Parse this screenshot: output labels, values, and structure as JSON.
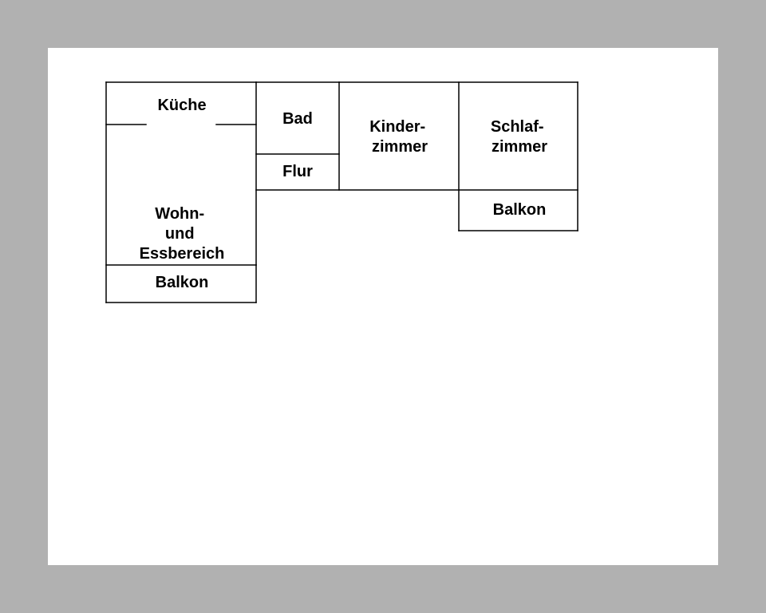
{
  "floorplan": {
    "rooms": {
      "kueche": [
        "Küche"
      ],
      "bad": [
        "Bad"
      ],
      "kinderzimmer": [
        "Kinder-",
        "zimmer"
      ],
      "schlafzimmer": [
        "Schlaf-",
        "zimmer"
      ],
      "flur": [
        "Flur"
      ],
      "wohnbereich": [
        "Wohn-",
        "und",
        "Essbereich"
      ],
      "balkon_wohn": [
        "Balkon"
      ],
      "balkon_schlaf": [
        "Balkon"
      ]
    }
  }
}
